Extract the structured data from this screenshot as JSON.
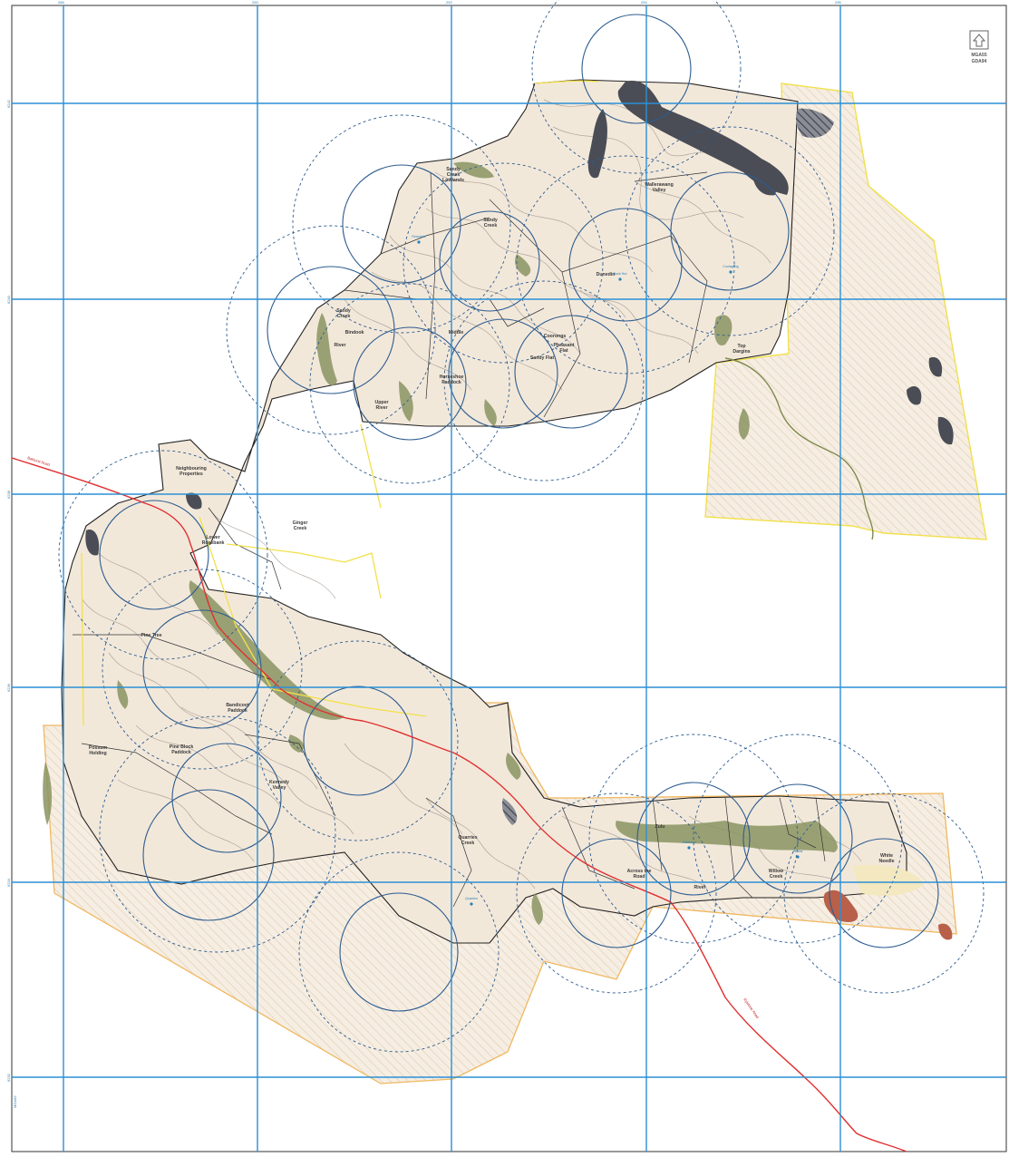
{
  "north_arrow": {
    "label_line1": "MGA55",
    "label_line2": "GDA94"
  },
  "grid": {
    "top_ticks": [
      "288",
      "290",
      "292",
      "294",
      "296"
    ],
    "left_ticks": [
      "6242",
      "6240",
      "6238",
      "6236",
      "6234",
      "6232"
    ],
    "corner_text": "MGA55"
  },
  "roads": {
    "road_nw": "Bathurst Road",
    "road_se": "Rylstone Road"
  },
  "localities": [
    {
      "label": "Sandy Creek Lowlands"
    },
    {
      "label": "Sandy Creek"
    },
    {
      "label": "Wallerawang Valley"
    },
    {
      "label": "Dunedin"
    },
    {
      "label": "Pheasant Flat"
    },
    {
      "label": "Coorongs"
    },
    {
      "label": "Sandy Creek"
    },
    {
      "label": "Bindook"
    },
    {
      "label": "Middle"
    },
    {
      "label": "Horseshoe Paddock"
    },
    {
      "label": "Sandy Flat"
    },
    {
      "label": "Top Dargins"
    },
    {
      "label": "River"
    },
    {
      "label": "Upper River"
    },
    {
      "label": "Neighbouring Properties"
    },
    {
      "label": "Ginger Creek"
    },
    {
      "label": "Lower Rosebank"
    },
    {
      "label": "Pine Tree"
    },
    {
      "label": "Bandicoot Paddock"
    },
    {
      "label": "Possum Holding"
    },
    {
      "label": "Pine Block Paddock"
    },
    {
      "label": "Kennedy Valley"
    },
    {
      "label": "Quarries Creek"
    },
    {
      "label": "Zulu"
    },
    {
      "label": "Across the Road"
    },
    {
      "label": "River"
    },
    {
      "label": "Willow Creek"
    },
    {
      "label": "White Needle"
    }
  ],
  "homesteads": [
    {
      "label": "Coolagong"
    },
    {
      "label": "Rosedale"
    },
    {
      "label": "Bush Hut"
    },
    {
      "label": "Quarries"
    },
    {
      "label": "Oakwood"
    },
    {
      "label": "Willow"
    }
  ],
  "colors": {
    "grid": "#2b8fd6",
    "road": "#e03030",
    "property": "#f2e8da",
    "veg": "#8a9462",
    "water": "#4a4d55",
    "boundary_yellow": "#f2e04a",
    "boundary_orange": "#f0b860"
  }
}
